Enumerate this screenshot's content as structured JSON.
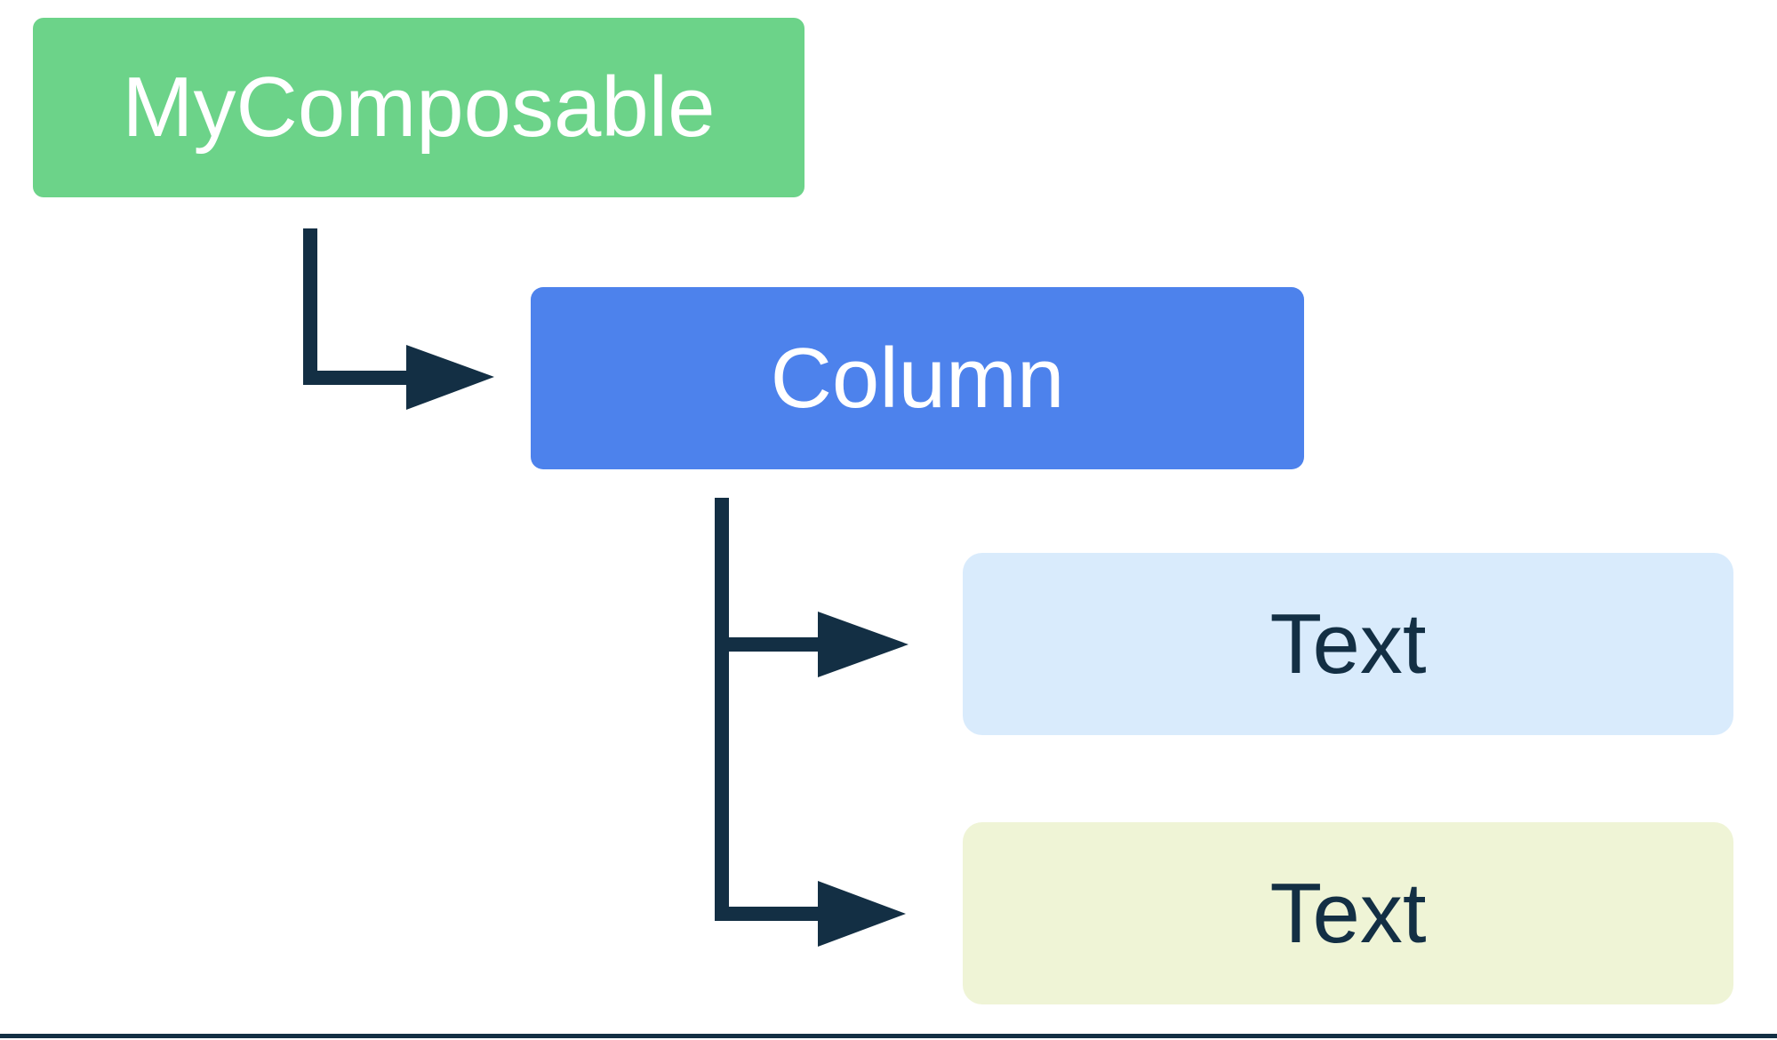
{
  "diagram": {
    "colors": {
      "green": "#6CD389",
      "blue": "#4D82EC",
      "light_blue": "#D9EBFC",
      "pale_yellow": "#EFF4D6",
      "navy": "#132F44",
      "white_text": "#FFFFFF",
      "bottom_line": "#132F44"
    },
    "nodes": {
      "root": {
        "label": "MyComposable"
      },
      "column": {
        "label": "Column"
      },
      "text1": {
        "label": "Text"
      },
      "text2": {
        "label": "Text"
      }
    }
  }
}
